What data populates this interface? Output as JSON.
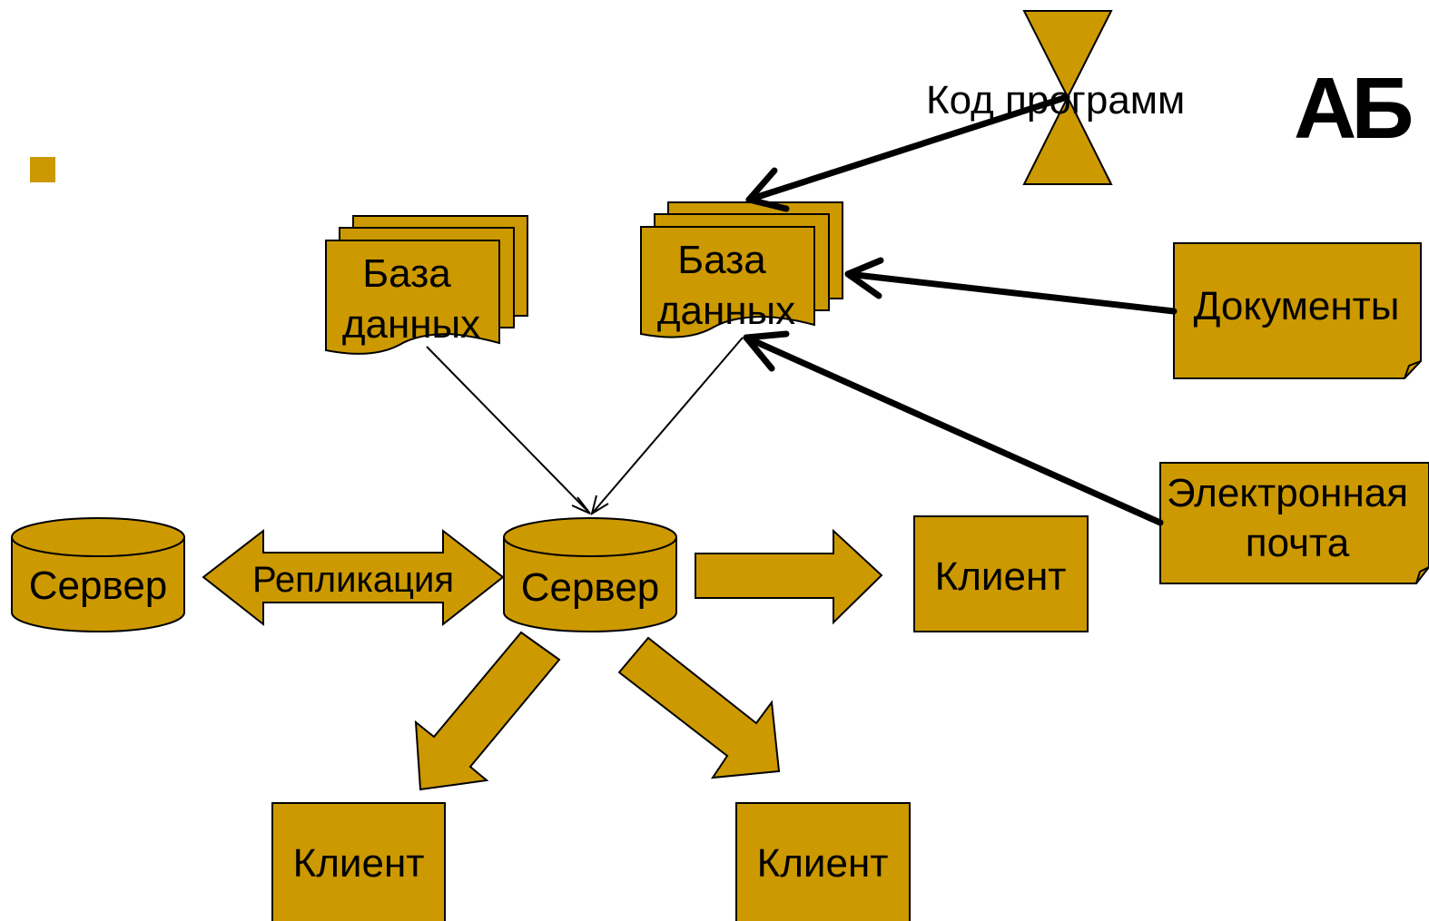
{
  "colors": {
    "fill": "#CC9900",
    "stroke": "#000000",
    "background": "#FFFFFF",
    "bullet": "#CC9900"
  },
  "brand_text": "АБ",
  "labels": {
    "code_programs": "Код программ",
    "database_left_line1": "База",
    "database_left_line2": "данных",
    "database_right_line1": "База",
    "database_right_line2": "данных",
    "documents": "Документы",
    "email_line1": "Электронная",
    "email_line2": "почта",
    "server_left": "Сервер",
    "replication": "Репликация",
    "server_center": "Сервер",
    "client_right": "Клиент",
    "client_bottom_left": "Клиент",
    "client_bottom_right": "Клиент"
  }
}
